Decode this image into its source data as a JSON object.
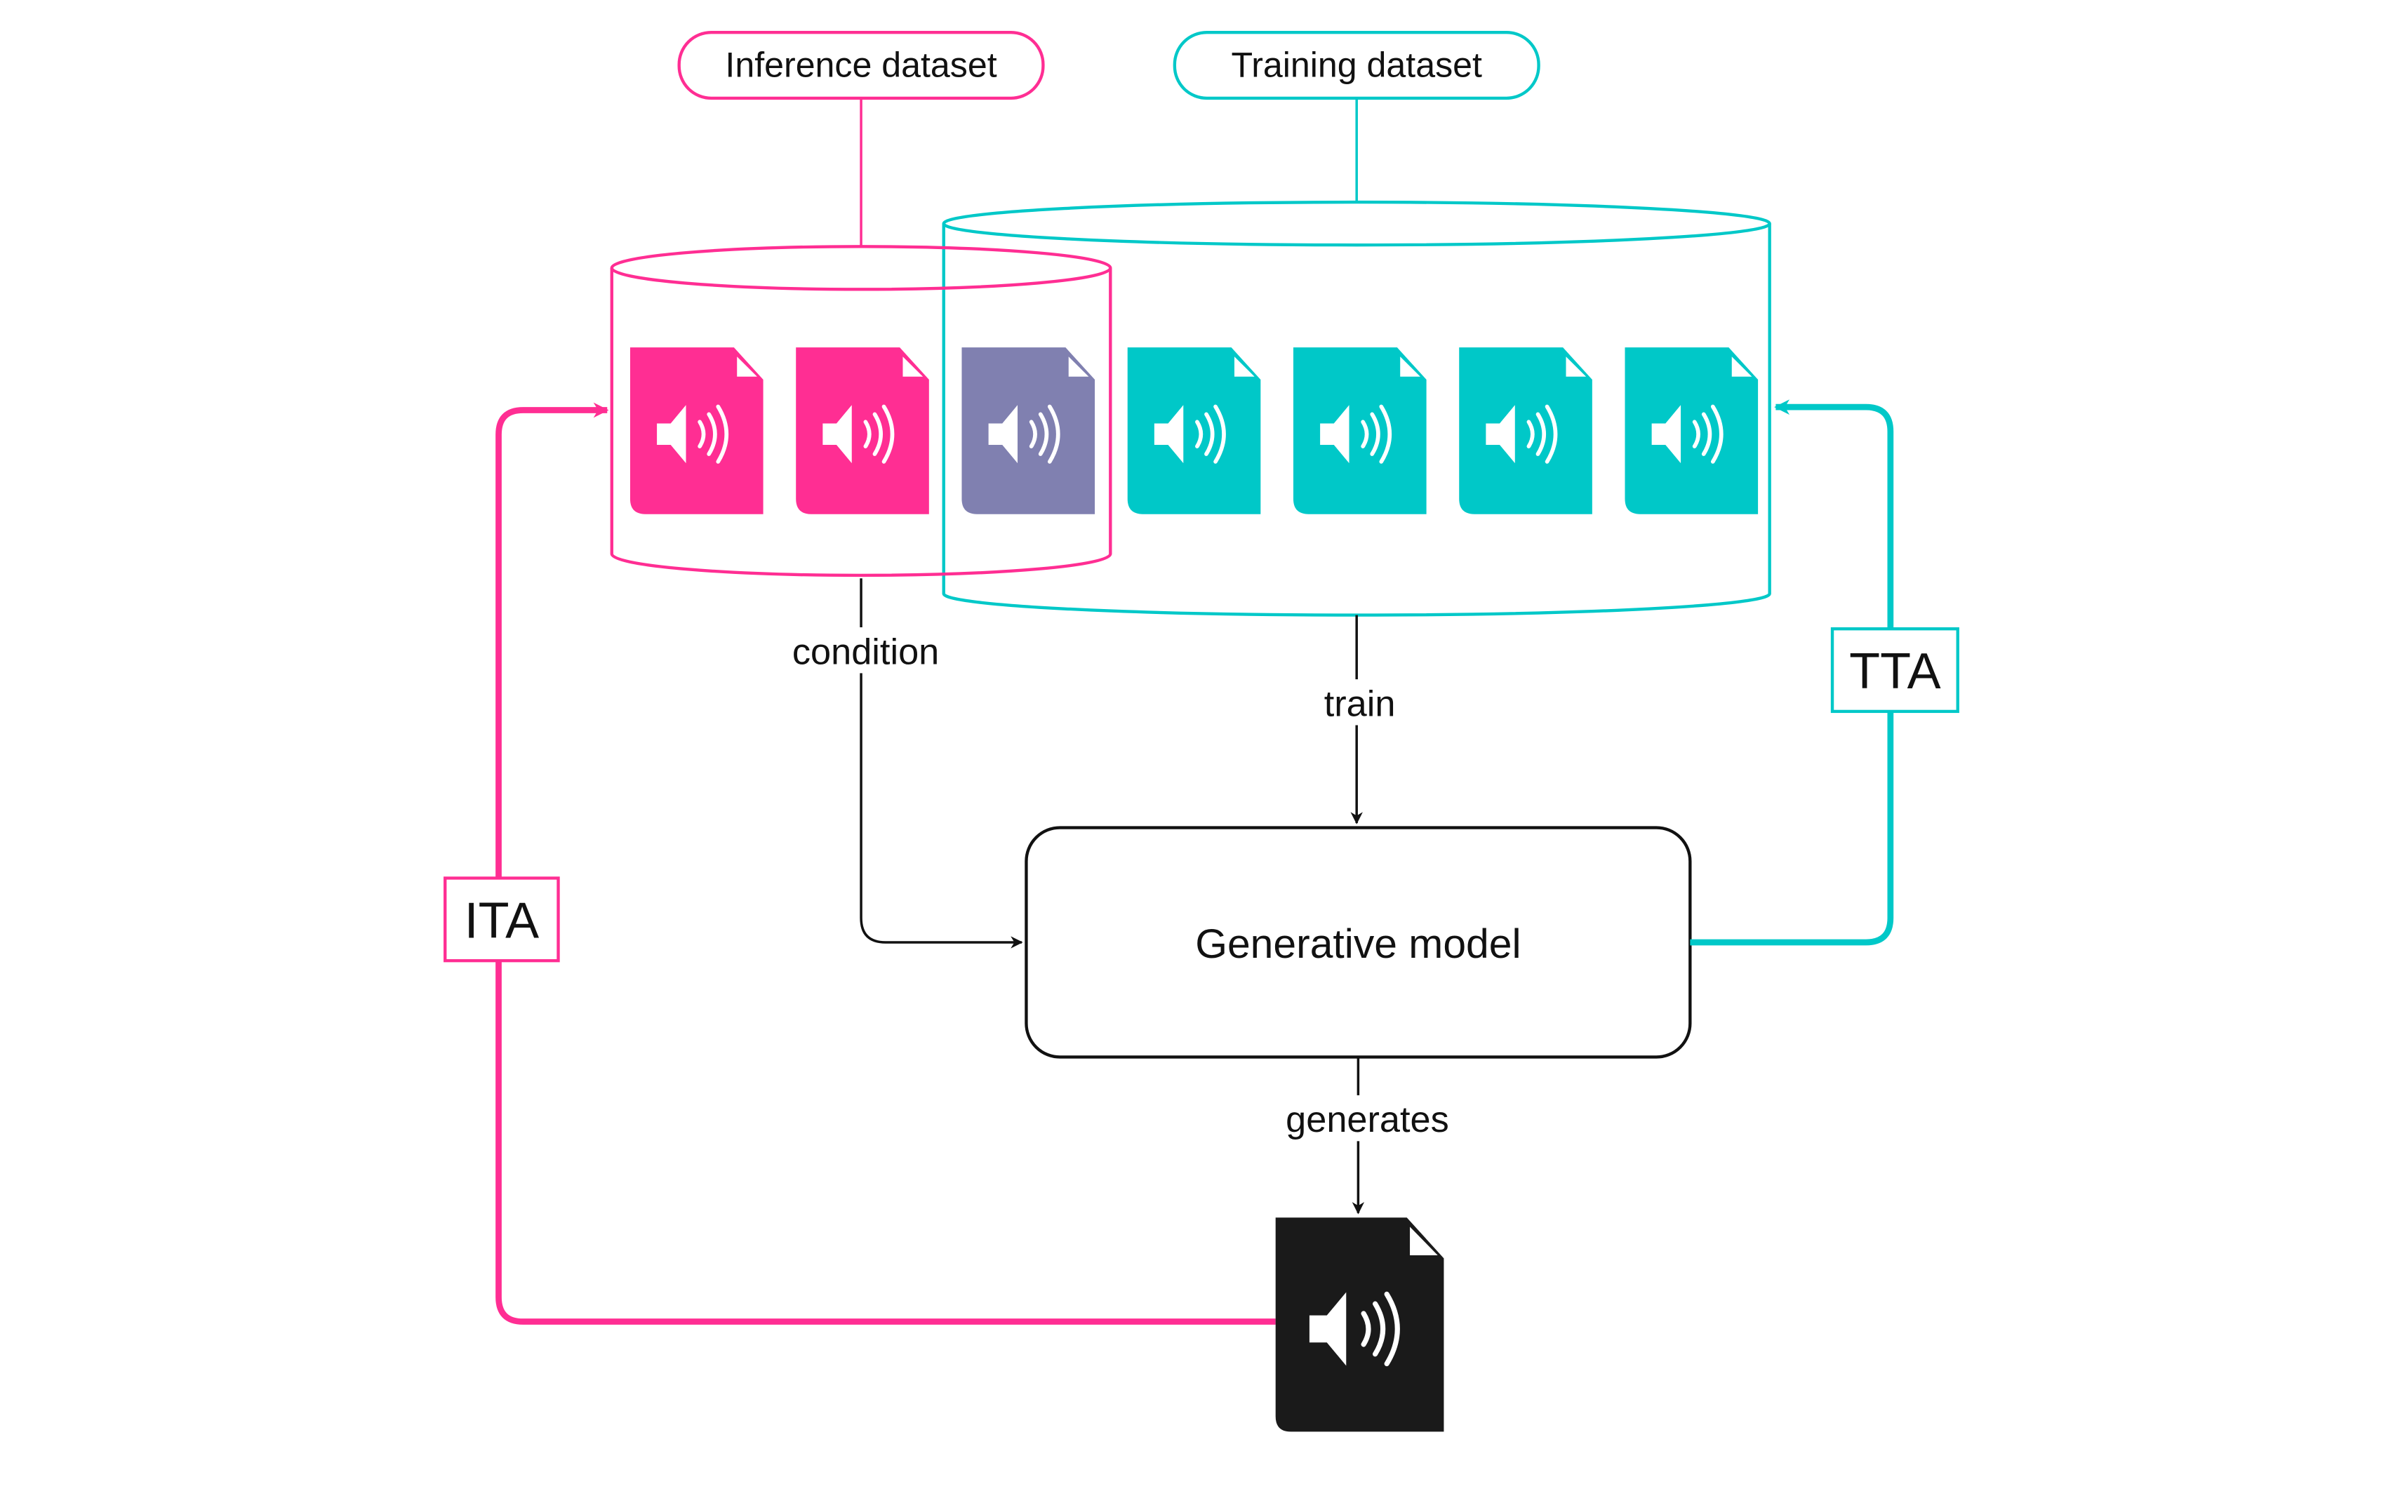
{
  "colors": {
    "inference": "#ff2e93",
    "training": "#00c8c8",
    "shared": "#8080b0",
    "generated": "#1a1a1a",
    "arrow": "#111111"
  },
  "labels": {
    "inference_dataset": "Inference dataset",
    "training_dataset": "Training dataset",
    "condition": "condition",
    "train": "train",
    "generative_model": "Generative model",
    "generates": "generates",
    "tta": "TTA",
    "ita": "ITA"
  },
  "files": [
    {
      "group": "inference",
      "icon": "audio-file-icon"
    },
    {
      "group": "inference",
      "icon": "audio-file-icon"
    },
    {
      "group": "shared",
      "icon": "audio-file-icon"
    },
    {
      "group": "training",
      "icon": "audio-file-icon"
    },
    {
      "group": "training",
      "icon": "audio-file-icon"
    },
    {
      "group": "training",
      "icon": "audio-file-icon"
    },
    {
      "group": "training",
      "icon": "audio-file-icon"
    }
  ],
  "output_file": {
    "group": "generated",
    "icon": "audio-file-icon"
  }
}
